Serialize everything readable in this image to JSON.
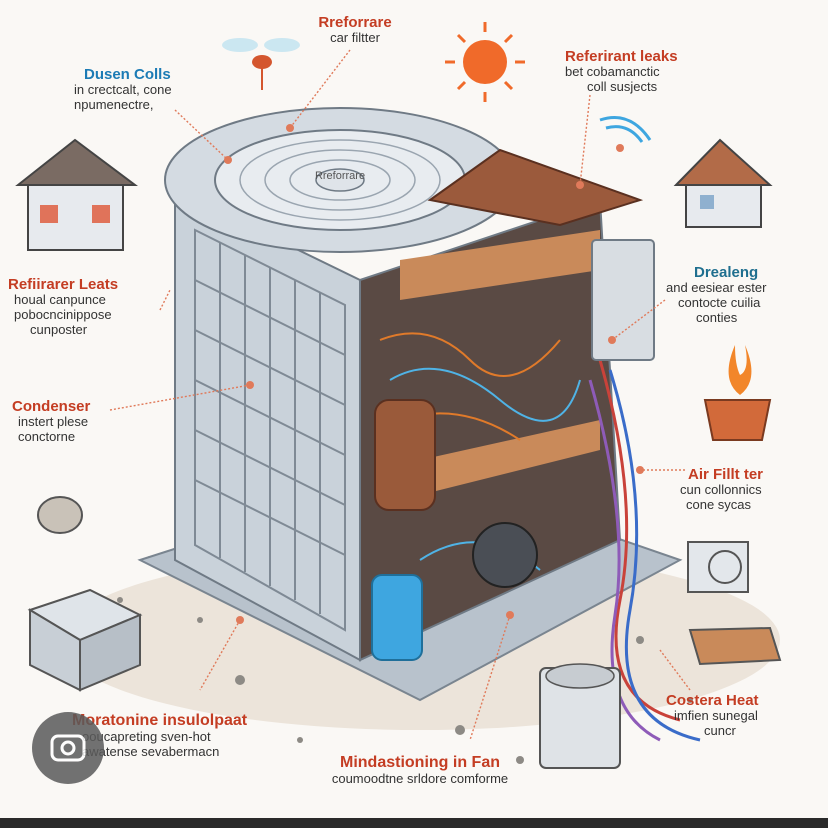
{
  "labels": {
    "top_center": {
      "title": "Rreforrare",
      "sub": "car filtter"
    },
    "top_left": {
      "title": "Dusen Colls",
      "sub1": "in crectcalt, cone",
      "sub2": "npumenectre,"
    },
    "top_right": {
      "title": "Referirant leaks",
      "sub1": "bet cobamanctic",
      "sub2": "coll susjects"
    },
    "mid_left": {
      "title": "Refiirarer Leats",
      "sub1": "houal canpunce",
      "sub2": "pobocncinippose",
      "sub3": "cunposter"
    },
    "right_upper": {
      "title": "Drealeng",
      "sub1": "and eesiear ester",
      "sub2": "contocte cuilia",
      "sub3": "conties"
    },
    "left_mid": {
      "title": "Condenser",
      "sub1": "instert plese",
      "sub2": "conctorne"
    },
    "right_mid": {
      "title": "Air Fillt ter",
      "sub1": "cun collonnics",
      "sub2": "cone sycas"
    },
    "bottom_left": {
      "title": "Moratonine insulolpaat",
      "sub1": "ooucapreting sven-hot",
      "sub2": "awatense sevabermacn"
    },
    "bottom_center": {
      "title": "Mindastioning in Fan",
      "sub": "coumoodtne srldore comforme"
    },
    "bottom_right": {
      "title": "Costera Heat",
      "sub1": "imfien sunegal",
      "sub2": "cuncr"
    },
    "unit_top": {
      "title": "Rreforrare"
    }
  },
  "colors": {
    "blue": "#1c7bb5",
    "red": "#c43d23",
    "unit": "#c9d2da",
    "roof": "#9b5a3c"
  }
}
